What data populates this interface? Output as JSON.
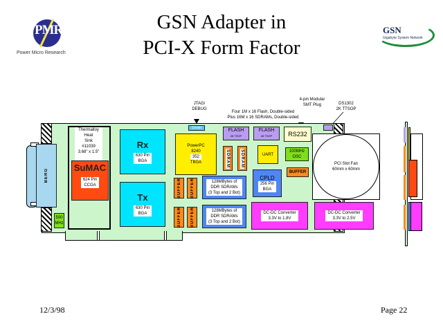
{
  "slide": {
    "title_line1": "GSN Adapter in",
    "title_line2": "PCI-X Form Factor",
    "left_logo": {
      "mark": "PMR",
      "name": "Power Micro Research"
    },
    "right_logo": {
      "mark": "GSN",
      "name": "Gigabyte System Network"
    },
    "date": "12/3/98",
    "page": "Page 22"
  },
  "annotations": {
    "jtag": [
      "JTAG/",
      "DEBUG"
    ],
    "flash_note": [
      "Four 1M x 16 Flash, Double-sided",
      "Plus 16M x 16 SDRAMs, Double-sided"
    ],
    "modular_plug": [
      "4-pin Modular",
      "SMT Plug"
    ],
    "ds1302": [
      "DS1302",
      "2K TTSOP"
    ]
  },
  "board": {
    "bero": "BERG",
    "heatsink": [
      "Thermalloy",
      "Heat",
      "Sink",
      "#11039",
      "3.68\" x 1.5\""
    ],
    "sumac": {
      "name": "SuMAC",
      "pkg": [
        "624 Pin",
        "CCGA"
      ]
    },
    "osc500": [
      "500",
      "MHz"
    ],
    "rx": {
      "name": "Rx",
      "pkg": [
        "630 Pin",
        "BGA"
      ]
    },
    "tx": {
      "name": "Tx",
      "pkg": [
        "630 Pin",
        "BGA"
      ]
    },
    "header10": "10-pin",
    "powerpc": {
      "name": [
        "PowerPC",
        "8240"
      ],
      "pkg": [
        "352",
        "TBGA"
      ]
    },
    "flash1": {
      "name": "FLASH",
      "pkg": "48 TSOP"
    },
    "flash2": {
      "name": "FLASH",
      "pkg": "48 TSOP"
    },
    "sdram1": "SDRAM",
    "sdram2": "SDRAM",
    "uart": "UART",
    "rs232": "RS232",
    "osc100": [
      "100MHz",
      "OSC"
    ],
    "buffer": "BUFFER",
    "cpld": {
      "name": "CPLD",
      "pkg": [
        "256 Pin",
        "BGA"
      ]
    },
    "ddr_top": [
      "128MBytes of",
      "DDR SDRAMs",
      "(3 Top and 2 Bot)"
    ],
    "ddr_bot": [
      "128MBytes of",
      "DDR SDRAMs",
      "(3 Top and 2 Bot)"
    ],
    "fan": [
      "PCI Slot Fan",
      "60mm x 60mm"
    ],
    "dcdc1": [
      "DC-DC Converter",
      "3.3V to 1.8V"
    ],
    "dcdc2": [
      "DC-DC Converter",
      "3.3V to 2.5V"
    ]
  }
}
